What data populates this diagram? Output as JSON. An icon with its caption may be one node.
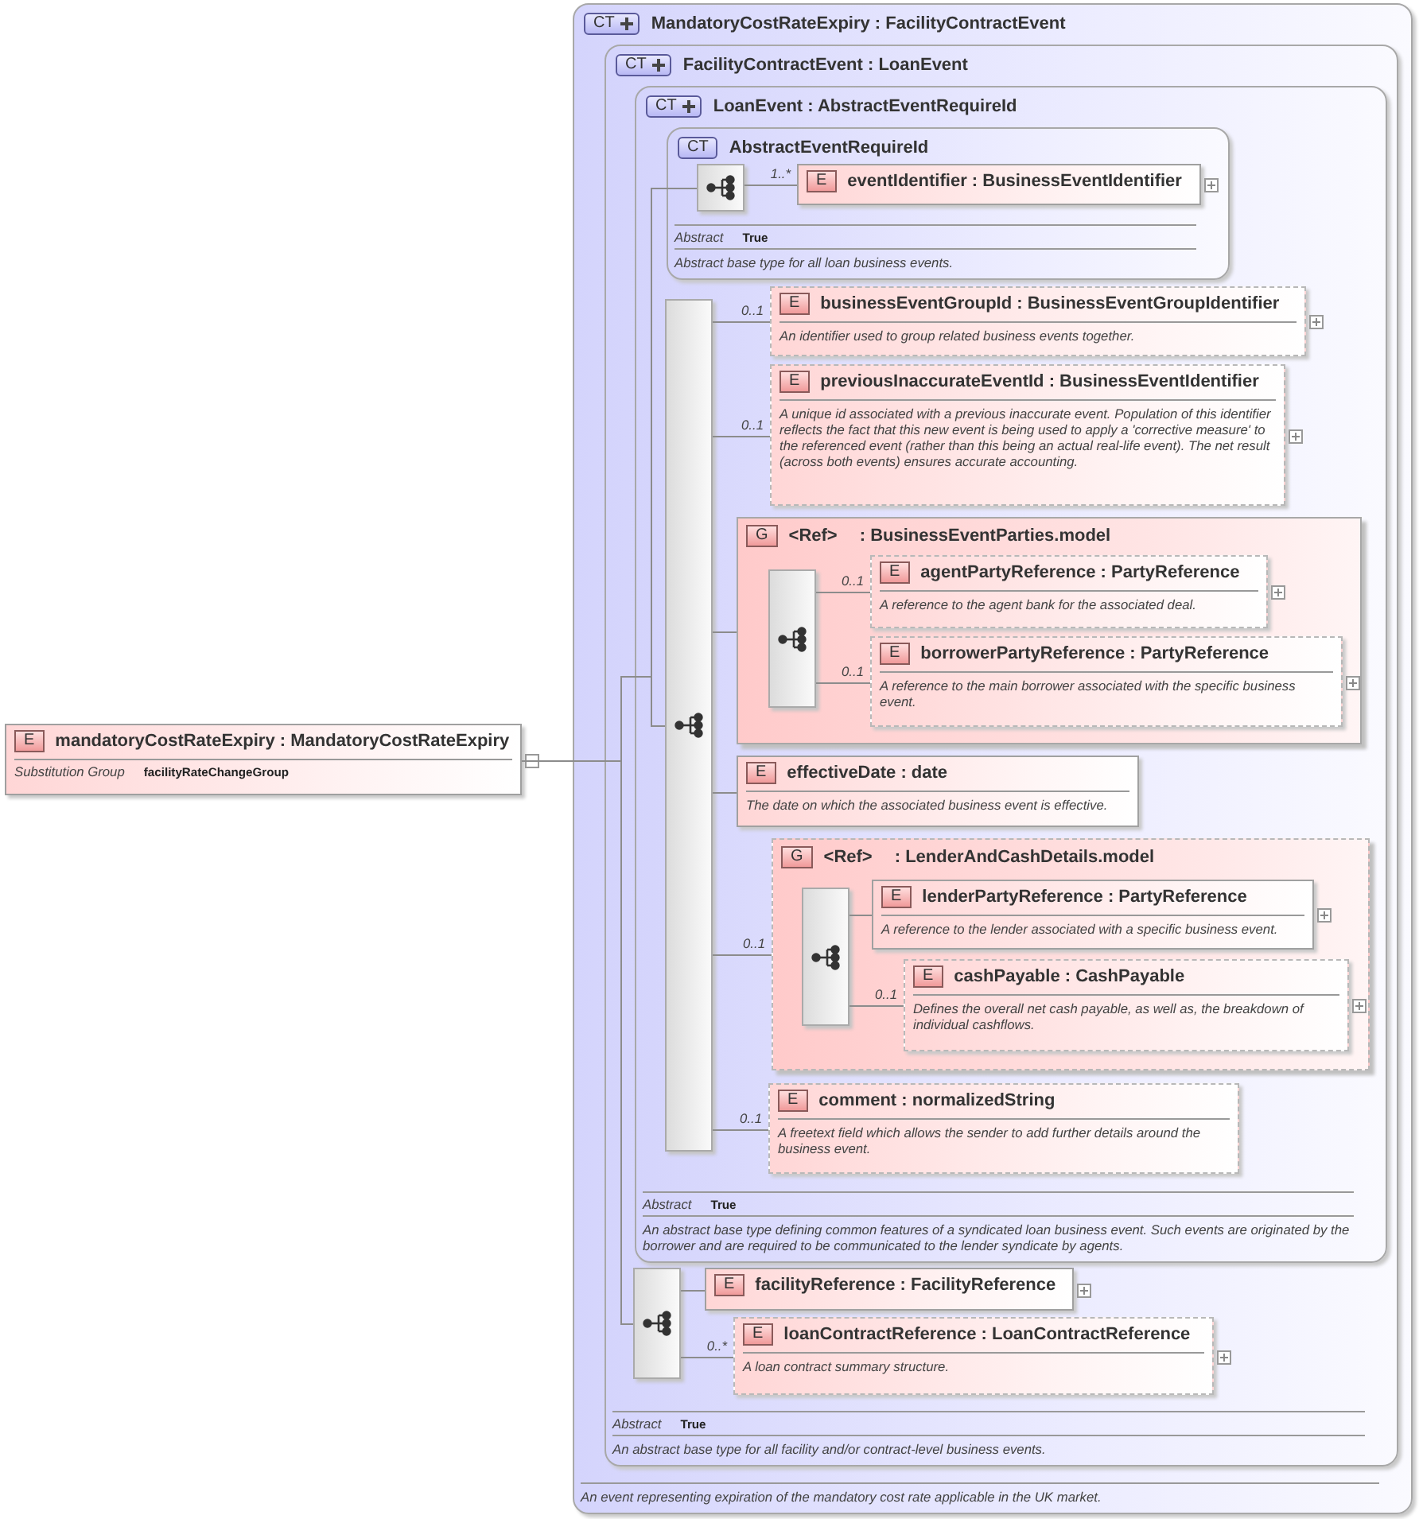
{
  "diagram": {
    "nodes": [
      {
        "text": [
          "E",
          "mandatoryCostRateExpiry : MandatoryCostRateExpiry",
          "Substitution Group",
          "facilityRateChangeGroup"
        ]
      },
      {
        "text": [
          "CT",
          "MandatoryCostRateExpiry : FacilityContractEvent",
          "An event representing expiration of the mandatory cost rate applicable in the UK market."
        ]
      },
      {
        "in": 1,
        "text": [
          "CT",
          "FacilityContractEvent : LoanEvent",
          "Abstract",
          "True",
          "An abstract base type for all facility and/or contract-level business events."
        ]
      },
      {
        "in": 2,
        "text": [
          "CT",
          "LoanEvent : AbstractEventRequireId",
          "Abstract",
          "True",
          "An abstract base type defining common features of a syndicated loan business event. Such events are originated by the borrower and are required to be communicated to the lender syndicate by agents."
        ]
      },
      {
        "in": 3,
        "text": [
          "CT",
          "AbstractEventRequireId",
          "Abstract",
          "True",
          "Abstract base type for all loan business events."
        ]
      },
      {
        "text": [],
        "shape": "box",
        "in": 4
      },
      {
        "in": 4,
        "text": [
          "E",
          "eventIdentifier : BusinessEventIdentifier"
        ]
      },
      {
        "text": [],
        "shape": "box",
        "in": 3
      },
      {
        "in": 3,
        "text": [
          "E",
          "businessEventGroupId : BusinessEventGroupIdentifier",
          "An identifier used to group related business events together."
        ]
      },
      {
        "in": 3,
        "text": [
          "E",
          "previousInaccurateEventId : BusinessEventIdentifier",
          "A unique id associated with a previous inaccurate event. Population of this identifier reflects the fact that this new event is being used to apply a 'corrective measure' to the referenced event (rather than this being an actual real-life event). The net result (across both events) ensures accurate accounting."
        ]
      },
      {
        "in": 3,
        "text": [
          "G",
          "<Ref>",
          ": BusinessEventParties.model"
        ]
      },
      {
        "text": [],
        "shape": "box",
        "in": 10
      },
      {
        "in": 10,
        "text": [
          "E",
          "agentPartyReference : PartyReference",
          "A reference to the agent bank for the associated deal."
        ]
      },
      {
        "in": 10,
        "text": [
          "E",
          "borrowerPartyReference : PartyReference",
          "A reference to the main borrower associated with the specific business event."
        ]
      },
      {
        "in": 3,
        "text": [
          "E",
          "effectiveDate : date",
          "The date on which the associated business event is effective."
        ]
      },
      {
        "in": 3,
        "text": [
          "G",
          "<Ref>",
          ": LenderAndCashDetails.model"
        ]
      },
      {
        "text": [],
        "shape": "box",
        "in": 15
      },
      {
        "in": 15,
        "text": [
          "E",
          "lenderPartyReference : PartyReference",
          "A reference to the lender associated with a specific business event."
        ]
      },
      {
        "in": 15,
        "text": [
          "E",
          "cashPayable : CashPayable",
          "Defines the overall net cash payable, as well as, the breakdown of individual cashflows."
        ]
      },
      {
        "in": 3,
        "text": [
          "E",
          "comment : normalizedString",
          "A freetext field which allows the sender to add further details around the business event."
        ]
      },
      {
        "text": [],
        "shape": "box",
        "in": 2
      },
      {
        "in": 2,
        "text": [
          "E",
          "facilityReference : FacilityReference"
        ]
      },
      {
        "in": 2,
        "text": [
          "E",
          "loanContractReference : LoanContractReference",
          "A loan contract summary structure."
        ]
      }
    ],
    "edges": [
      {
        "from": 0,
        "to": 5,
        "arrow": "none"
      },
      {
        "from": 0,
        "to": 7,
        "arrow": "none"
      },
      {
        "from": 0,
        "to": 20,
        "arrow": "none"
      },
      {
        "from": 5,
        "to": 6,
        "arrow": "none",
        "label": "1..*"
      },
      {
        "from": 7,
        "to": 8,
        "arrow": "none",
        "label": "0..1"
      },
      {
        "from": 7,
        "to": 9,
        "arrow": "none",
        "label": "0..1"
      },
      {
        "from": 7,
        "to": 10,
        "arrow": "none"
      },
      {
        "from": 7,
        "to": 14,
        "arrow": "none"
      },
      {
        "from": 7,
        "to": 15,
        "arrow": "none",
        "label": "0..1"
      },
      {
        "from": 7,
        "to": 19,
        "arrow": "none",
        "label": "0..1"
      },
      {
        "from": 11,
        "to": 12,
        "arrow": "none",
        "label": "0..1"
      },
      {
        "from": 11,
        "to": 13,
        "arrow": "none",
        "label": "0..1"
      },
      {
        "from": 16,
        "to": 17,
        "arrow": "none"
      },
      {
        "from": 16,
        "to": 18,
        "arrow": "none",
        "label": "0..1"
      },
      {
        "from": 20,
        "to": 21,
        "arrow": "none"
      },
      {
        "from": 20,
        "to": 22,
        "arrow": "none",
        "label": "0..*"
      }
    ]
  }
}
